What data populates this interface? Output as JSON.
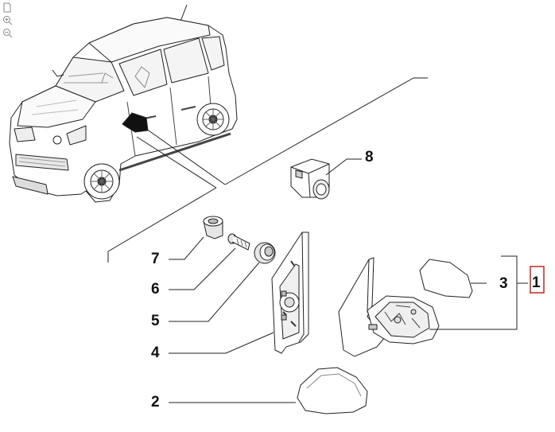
{
  "toolbar": {
    "icons": [
      "page-icon",
      "zoom-in-icon",
      "zoom-out-icon"
    ]
  },
  "diagram": {
    "callouts": {
      "c1": "1",
      "c2": "2",
      "c3": "3",
      "c4": "4",
      "c5": "5",
      "c6": "6",
      "c7": "7",
      "c8": "8"
    },
    "colors": {
      "line": "#111111",
      "highlight_box": "#cc2222",
      "part_shade": "#d9d9d9"
    }
  }
}
